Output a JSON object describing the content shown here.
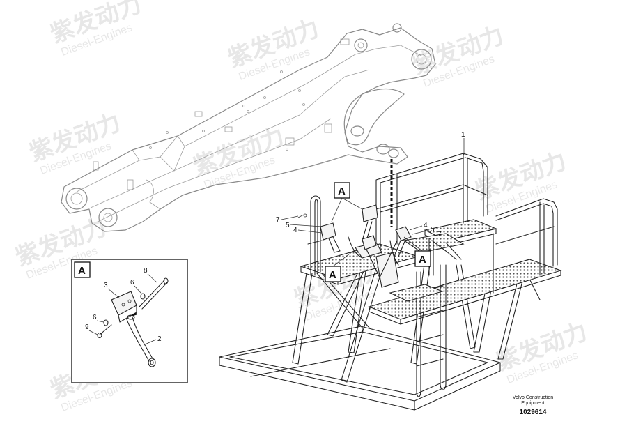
{
  "watermark": {
    "brand": "紫发动力",
    "tagline": "Diesel-Engines"
  },
  "main_view": {
    "callouts": {
      "platform": "1",
      "left_group": [
        "7",
        "5",
        "4"
      ],
      "right_group": [
        "4",
        "5",
        "7"
      ],
      "detail_refs": [
        "A",
        "A",
        "A"
      ]
    }
  },
  "detail_view": {
    "label": "A",
    "callouts": [
      "8",
      "3",
      "6",
      "6",
      "9",
      "2"
    ]
  },
  "footer": {
    "company_line1": "Volvo Construction",
    "company_line2": "Equipment",
    "drawing_number": "1029614"
  }
}
